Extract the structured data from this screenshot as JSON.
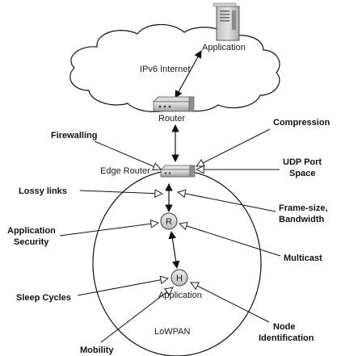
{
  "colors": {
    "stroke": "#111111",
    "node_fill": "#d9d9d9",
    "device_fill": "#c9c9c9",
    "background": "#ffffff"
  },
  "cloud": {
    "label_application": "Application",
    "label_internet": "IPv6 Internet",
    "label_router": "Router"
  },
  "network": {
    "edge_router": "Edge Router",
    "node_r": "R",
    "node_h": "H",
    "host_application": "Application",
    "lowpan": "LoWPAN"
  },
  "concerns": {
    "firewalling": "Firewalling",
    "compression": "Compression",
    "udp_port_line1": "UDP Port",
    "udp_port_line2": "Space",
    "lossy_links": "Lossy links",
    "frame_size_line1": "Frame-size,",
    "frame_size_line2": "Bandwidth",
    "app_security_line1": "Application",
    "app_security_line2": "Security",
    "multicast": "Multicast",
    "sleep_cycles": "Sleep Cycles",
    "node_id_line1": "Node",
    "node_id_line2": "Identification",
    "mobility": "Mobility"
  }
}
